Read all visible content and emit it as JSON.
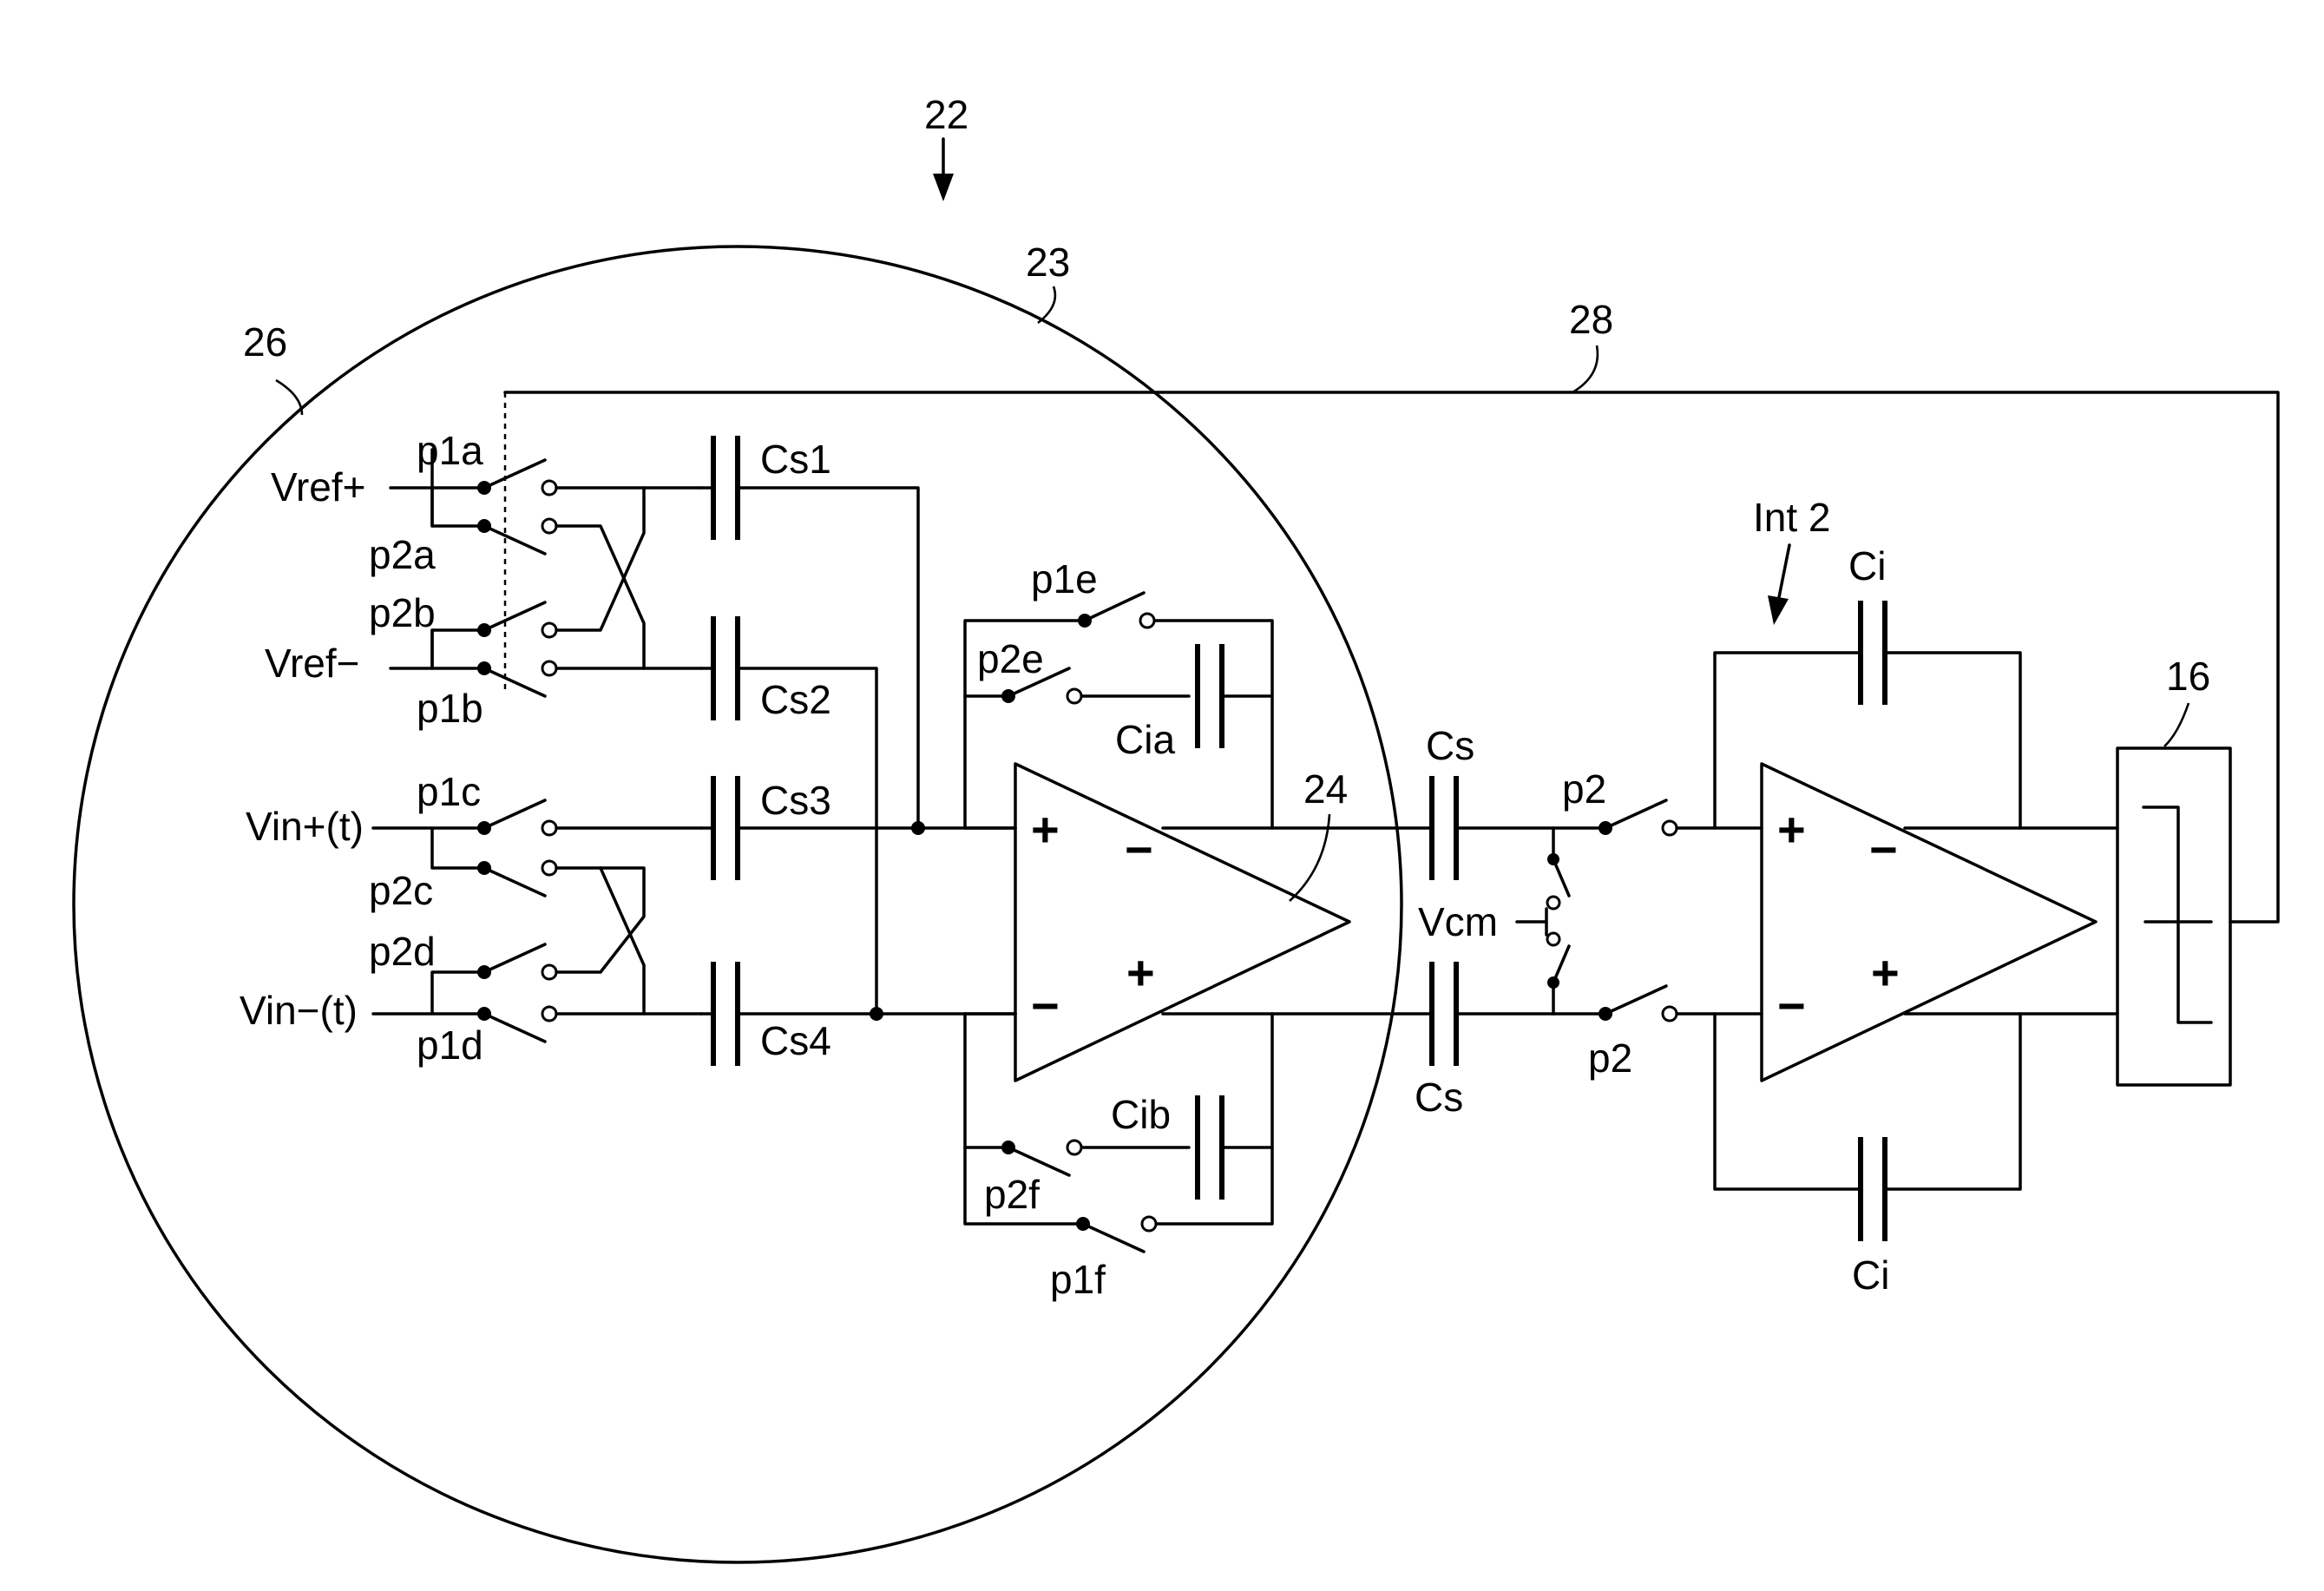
{
  "reference_numerals": {
    "r22": "22",
    "r23": "23",
    "r24": "24",
    "r26": "26",
    "r28": "28",
    "r16": "16"
  },
  "inputs": {
    "vref_pos": "Vref+",
    "vref_neg": "Vref−",
    "vin_pos": "Vin+(t)",
    "vin_neg": "Vin−(t)",
    "vcm": "Vcm"
  },
  "switches": {
    "p1a": "p1a",
    "p2a": "p2a",
    "p2b": "p2b",
    "p1b": "p1b",
    "p1c": "p1c",
    "p2c": "p2c",
    "p2d": "p2d",
    "p1d": "p1d",
    "p1e": "p1e",
    "p2e": "p2e",
    "p2f": "p2f",
    "p1f": "p1f",
    "p2_top": "p2",
    "p2_bottom": "p2"
  },
  "capacitors": {
    "cs1": "Cs1",
    "cs2": "Cs2",
    "cs3": "Cs3",
    "cs4": "Cs4",
    "cia": "Cia",
    "cib": "Cib",
    "cs_top": "Cs",
    "cs_bottom": "Cs",
    "ci_top": "Ci",
    "ci_bottom": "Ci"
  },
  "blocks": {
    "int2": "Int 2"
  },
  "opamp_signs": {
    "plus": "+",
    "minus": "−"
  }
}
